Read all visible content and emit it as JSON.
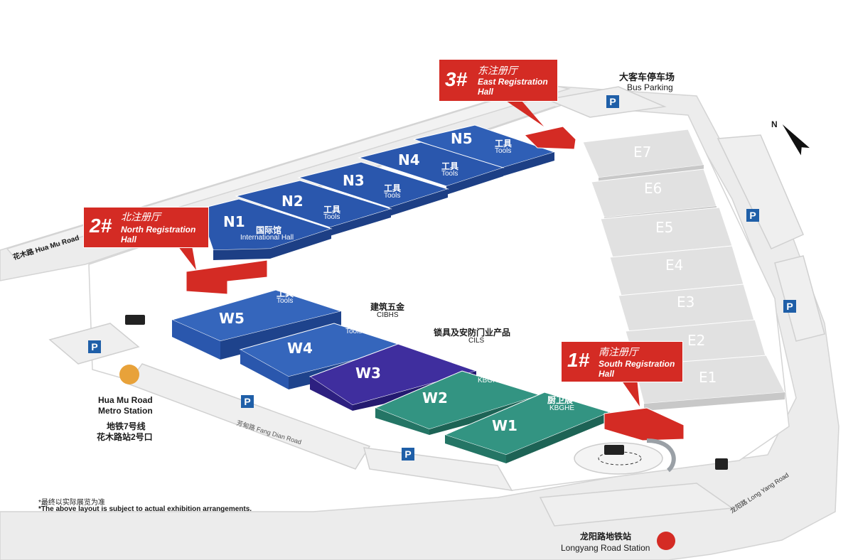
{
  "colors": {
    "north_hall": "#2a57ad",
    "west_w4w5": "#3162ba",
    "cihl_hall": "#3a2a9a",
    "kbghe_hall": "#2e8a78",
    "east_hall": "#dcdcdc",
    "registration": "#d42b24",
    "road": "#ececec",
    "parking": "#1f5fa8"
  },
  "callouts": {
    "north": {
      "num": "2#",
      "cn": "北注册厅",
      "en_line1": "North Registration",
      "en_line2": "Hall"
    },
    "east": {
      "num": "3#",
      "cn": "东注册厅",
      "en_line1": "East Registration",
      "en_line2": "Hall"
    },
    "south": {
      "num": "1#",
      "cn": "南注册厅",
      "en_line1": "South Registration",
      "en_line2": "Hall"
    }
  },
  "north_halls": [
    {
      "code": "N1",
      "cn": "国际馆",
      "en": "International Hall"
    },
    {
      "code": "N2",
      "cn": "工具",
      "en": "Tools"
    },
    {
      "code": "N3",
      "cn": "工具",
      "en": "Tools"
    },
    {
      "code": "N4",
      "cn": "工具",
      "en": "Tools"
    },
    {
      "code": "N5",
      "cn": "工具",
      "en": "Tools"
    }
  ],
  "east_halls": [
    "E7",
    "E6",
    "E5",
    "E4",
    "E3",
    "E2",
    "E1"
  ],
  "west_halls": [
    {
      "code": "W5",
      "cn": "工具",
      "en": "Tools"
    },
    {
      "code": "W4",
      "cn": "工具",
      "en": "Tools"
    },
    {
      "code": "W3",
      "cn": "建筑五金",
      "en": "CIBHS"
    },
    {
      "code": "W2",
      "cn": "厨卫展",
      "en": "KBGHE"
    },
    {
      "code": "W1",
      "cn": "厨卫展",
      "en": "KBGHE"
    }
  ],
  "cils": {
    "cn": "锁具及安防门业产品",
    "en": "CILS"
  },
  "bus_parking": {
    "cn": "大客车停车场",
    "en": "Bus Parking"
  },
  "metro_huamu": {
    "en_line1": "Hua Mu Road",
    "en_line2": "Metro Station",
    "cn_line1": "地铁7号线",
    "cn_line2": "花木路站2号口"
  },
  "metro_longyang": {
    "cn": "龙阳路地铁站",
    "en": "Longyang  Road Station"
  },
  "roads": {
    "huamu": "花木路 Hua Mu Road",
    "fangdian": "芳甸路 Fang Dian Road",
    "longyang": "龙阳路 Long Yang Road"
  },
  "parking_label": "P",
  "compass_label": "N",
  "notes": {
    "cn": "*最终以实际展览为准",
    "en": "*The above layout is subject to actual exhibition arrangements."
  },
  "icons": [
    "taxi-bus-icon",
    "bus-icon",
    "metro-logo-icon",
    "north-arrow-icon"
  ]
}
